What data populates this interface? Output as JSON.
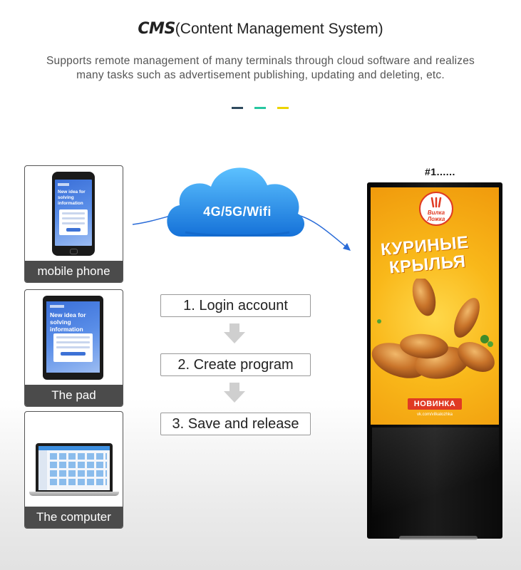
{
  "header": {
    "title_abbr": "CMS",
    "title_full": "(Content Management System)",
    "description": "Supports remote management of many terminals through cloud software and realizes many tasks such as advertisement publishing, updating and deleting, etc.",
    "dash_colors": [
      "#2e4a5e",
      "#27c6a0",
      "#ecd400"
    ]
  },
  "devices": [
    {
      "label": "mobile phone",
      "screen_text": "New idea for solving information"
    },
    {
      "label": "The pad",
      "screen_text": "New idea for solving information"
    },
    {
      "label": "The computer"
    }
  ],
  "cloud": {
    "label": "4G/5G/Wifi",
    "color": "#1f8fe8"
  },
  "steps": [
    "1. Login account",
    "2. Create program",
    "3. Save and release"
  ],
  "kiosk": {
    "id_label": "#1......",
    "ad": {
      "brand": "Вилка Ложка",
      "headline_line1": "КУРИНЫЕ",
      "headline_line2": "КРЫЛЬЯ",
      "badge": "НОВИНКА",
      "link": "vk.com/vilkalozhka"
    }
  }
}
